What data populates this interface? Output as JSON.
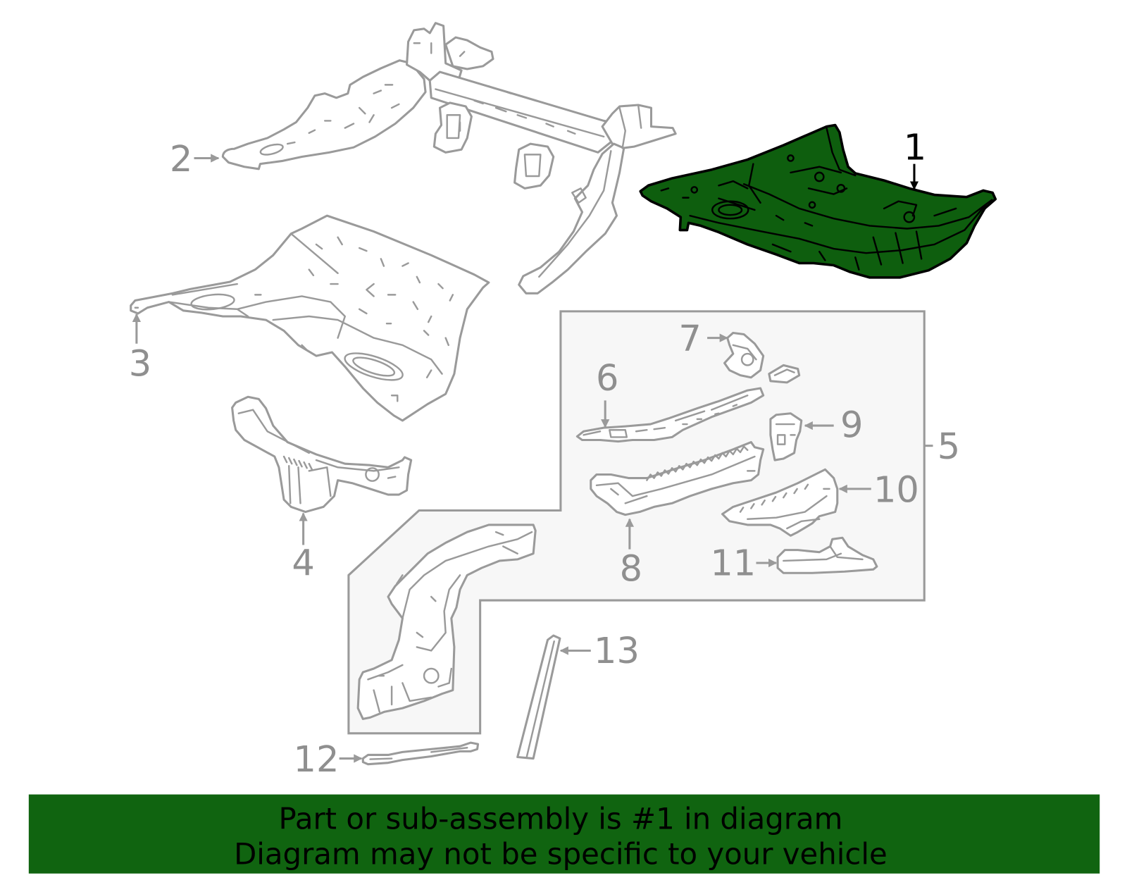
{
  "diagram": {
    "callouts": [
      "1",
      "2",
      "3",
      "4",
      "5",
      "6",
      "7",
      "8",
      "9",
      "10",
      "11",
      "12",
      "13"
    ]
  },
  "banner": {
    "line1": "Part or sub-assembly is #1 in diagram",
    "line2": "Diagram may not be specific to your vehicle"
  },
  "colors": {
    "highlight_part": "#0e5e0e",
    "highlight_outline": "#000000",
    "banner_background": "#106410",
    "banner_text": "#000000",
    "part_outline": "#9a9a9a",
    "callout_text": "#8f8f8f",
    "highlight_callout_text": "#000000",
    "group_box_fill": "#f7f7f7"
  }
}
